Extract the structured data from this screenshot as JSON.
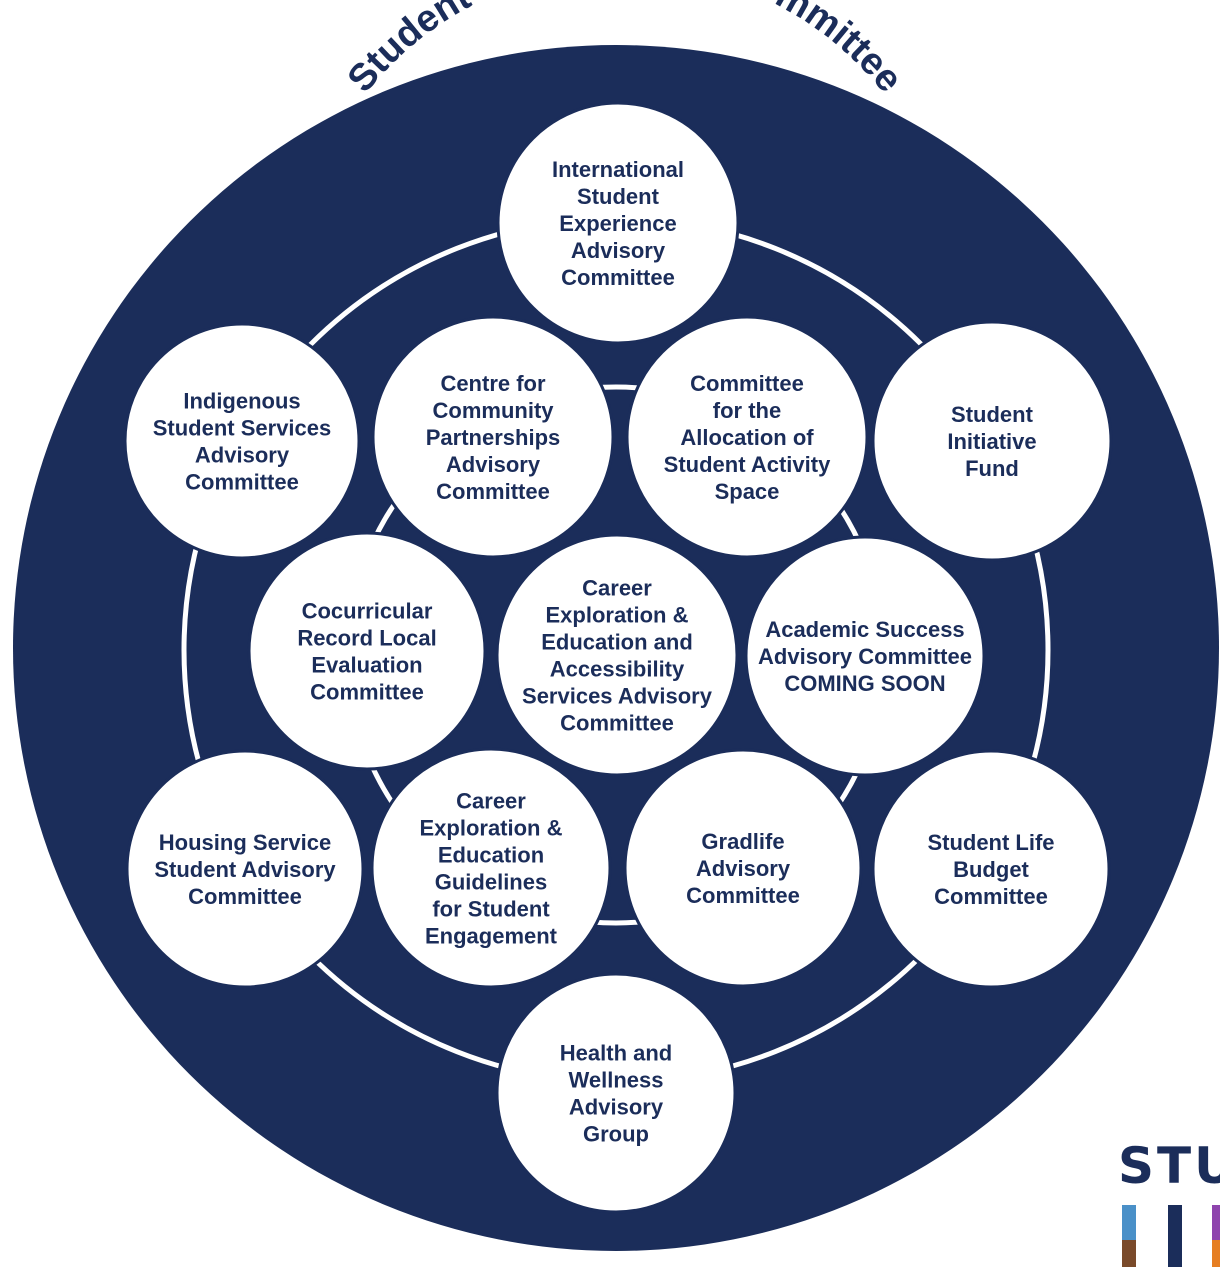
{
  "diagram": {
    "title": "Student Life Advisory Committee",
    "colors": {
      "navy": "#1b2d5a",
      "white": "#ffffff"
    },
    "committees": {
      "international": [
        "International",
        "Student",
        "Experience",
        "Advisory",
        "Committee"
      ],
      "indigenous": [
        "Indigenous",
        "Student Services",
        "Advisory",
        "Committee"
      ],
      "community": [
        "Centre for",
        "Community",
        "Partnerships",
        "Advisory",
        "Committee"
      ],
      "allocation": [
        "Committee",
        "for the",
        "Allocation of",
        "Student Activity",
        "Space"
      ],
      "initiative": [
        "Student",
        "Initiative",
        "Fund"
      ],
      "cocurricular": [
        "Cocurricular",
        "Record Local",
        "Evaluation",
        "Committee"
      ],
      "career_access": [
        "Career",
        "Exploration &",
        "Education and",
        "Accessibility",
        "Services Advisory",
        "Committee"
      ],
      "academic": [
        "Academic Success",
        "Advisory Committee",
        "COMING SOON"
      ],
      "housing": [
        "Housing Service",
        "Student Advisory",
        "Committee"
      ],
      "career_guidelines": [
        "Career",
        "Exploration &",
        "Education",
        "Guidelines",
        "for Student",
        "Engagement"
      ],
      "gradlife": [
        "Gradlife",
        "Advisory",
        "Committee"
      ],
      "budget": [
        "Student Life",
        "Budget",
        "Committee"
      ],
      "health": [
        "Health and",
        "Wellness",
        "Advisory",
        "Group"
      ]
    },
    "logo": {
      "text": "STUD"
    }
  }
}
